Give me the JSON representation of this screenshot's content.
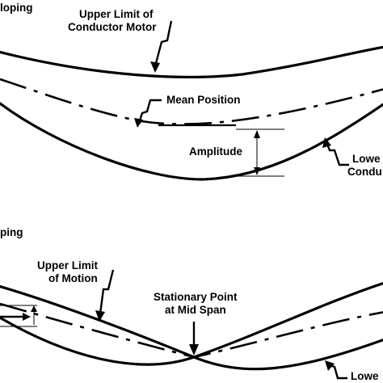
{
  "top_panel": {
    "heading": "loping",
    "labels": {
      "upper_limit_line1": "Upper Limit of",
      "upper_limit_line2": "Conductor Motor",
      "mean_position": "Mean Position",
      "amplitude": "Amplitude",
      "lower_line1": "Lowe",
      "lower_line2": "Condu"
    }
  },
  "bottom_panel": {
    "heading": "ping",
    "labels": {
      "upper_limit_line1": "Upper Limit",
      "upper_limit_line2": "of Motion",
      "stationary_line1": "Stationary Point",
      "stationary_line2": "at Mid Span",
      "lower": "Lowe"
    }
  }
}
